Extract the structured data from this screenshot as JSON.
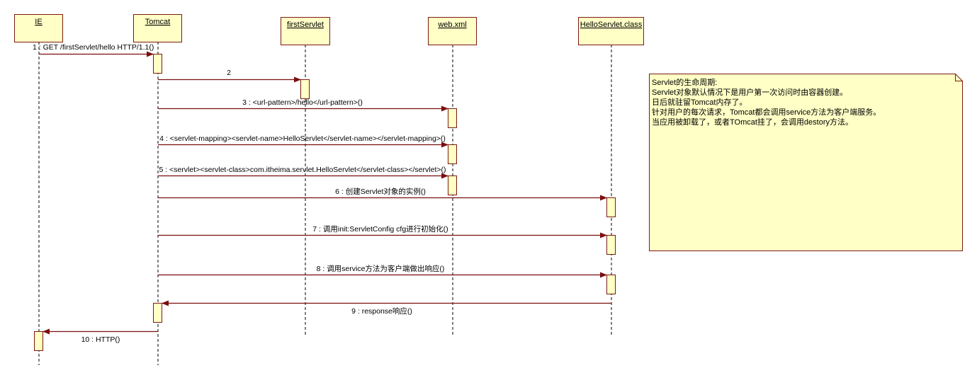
{
  "diagram": {
    "type": "UML sequence diagram",
    "colors": {
      "box_fill": "#FFFFC6",
      "box_border": "#7B1A12",
      "arrow": "#7B0E0E",
      "lifeline": "#000000",
      "text": "#000000",
      "background": "#FFFFFF"
    },
    "participants": [
      {
        "id": "ie",
        "label": "IE"
      },
      {
        "id": "tomcat",
        "label": "Tomcat"
      },
      {
        "id": "firstservlet",
        "label": "firstServlet"
      },
      {
        "id": "webxml",
        "label": "web.xml"
      },
      {
        "id": "helloservlet",
        "label": "HelloServlet.class"
      }
    ],
    "messages": [
      {
        "seq": 1,
        "from": "ie",
        "to": "tomcat",
        "label": "1 : GET /firstServlet/hello HTTP/1.1()"
      },
      {
        "seq": 2,
        "from": "tomcat",
        "to": "firstservlet",
        "label": "2"
      },
      {
        "seq": 3,
        "from": "tomcat",
        "to": "webxml",
        "label": "3 : <url-pattern>/hello</url-pattern>()"
      },
      {
        "seq": 4,
        "from": "tomcat",
        "to": "webxml",
        "label": "4 : <servlet-mapping><servlet-name>HelloServlet</servlet-name></servlet-mapping>()"
      },
      {
        "seq": 5,
        "from": "tomcat",
        "to": "webxml",
        "label": "5 : <servlet><servlet-class>com.itheima.servlet.HelloServlet</servlet-class></servlet>()"
      },
      {
        "seq": 6,
        "from": "tomcat",
        "to": "helloservlet",
        "label": "6 : 创建Servlet对象的实例()"
      },
      {
        "seq": 7,
        "from": "tomcat",
        "to": "helloservlet",
        "label": "7 : 调用init:ServletConfig cfg进行初始化()"
      },
      {
        "seq": 8,
        "from": "tomcat",
        "to": "helloservlet",
        "label": "8 : 调用service方法为客户端做出响应()"
      },
      {
        "seq": 9,
        "from": "helloservlet",
        "to": "tomcat",
        "label": "9 : response响应()"
      },
      {
        "seq": 10,
        "from": "tomcat",
        "to": "ie",
        "label": "10 : HTTP()"
      }
    ],
    "note": {
      "lines": [
        "Servlet的生命周期:",
        "Servlet对象默认情况下是用户第一次访问时由容器创建。",
        "日后就驻留Tomcat内存了。",
        "针对用户的每次请求，Tomcat都会调用service方法为客户端服务。",
        "当应用被卸载了，或者TOmcat挂了，会调用destory方法。"
      ]
    }
  }
}
